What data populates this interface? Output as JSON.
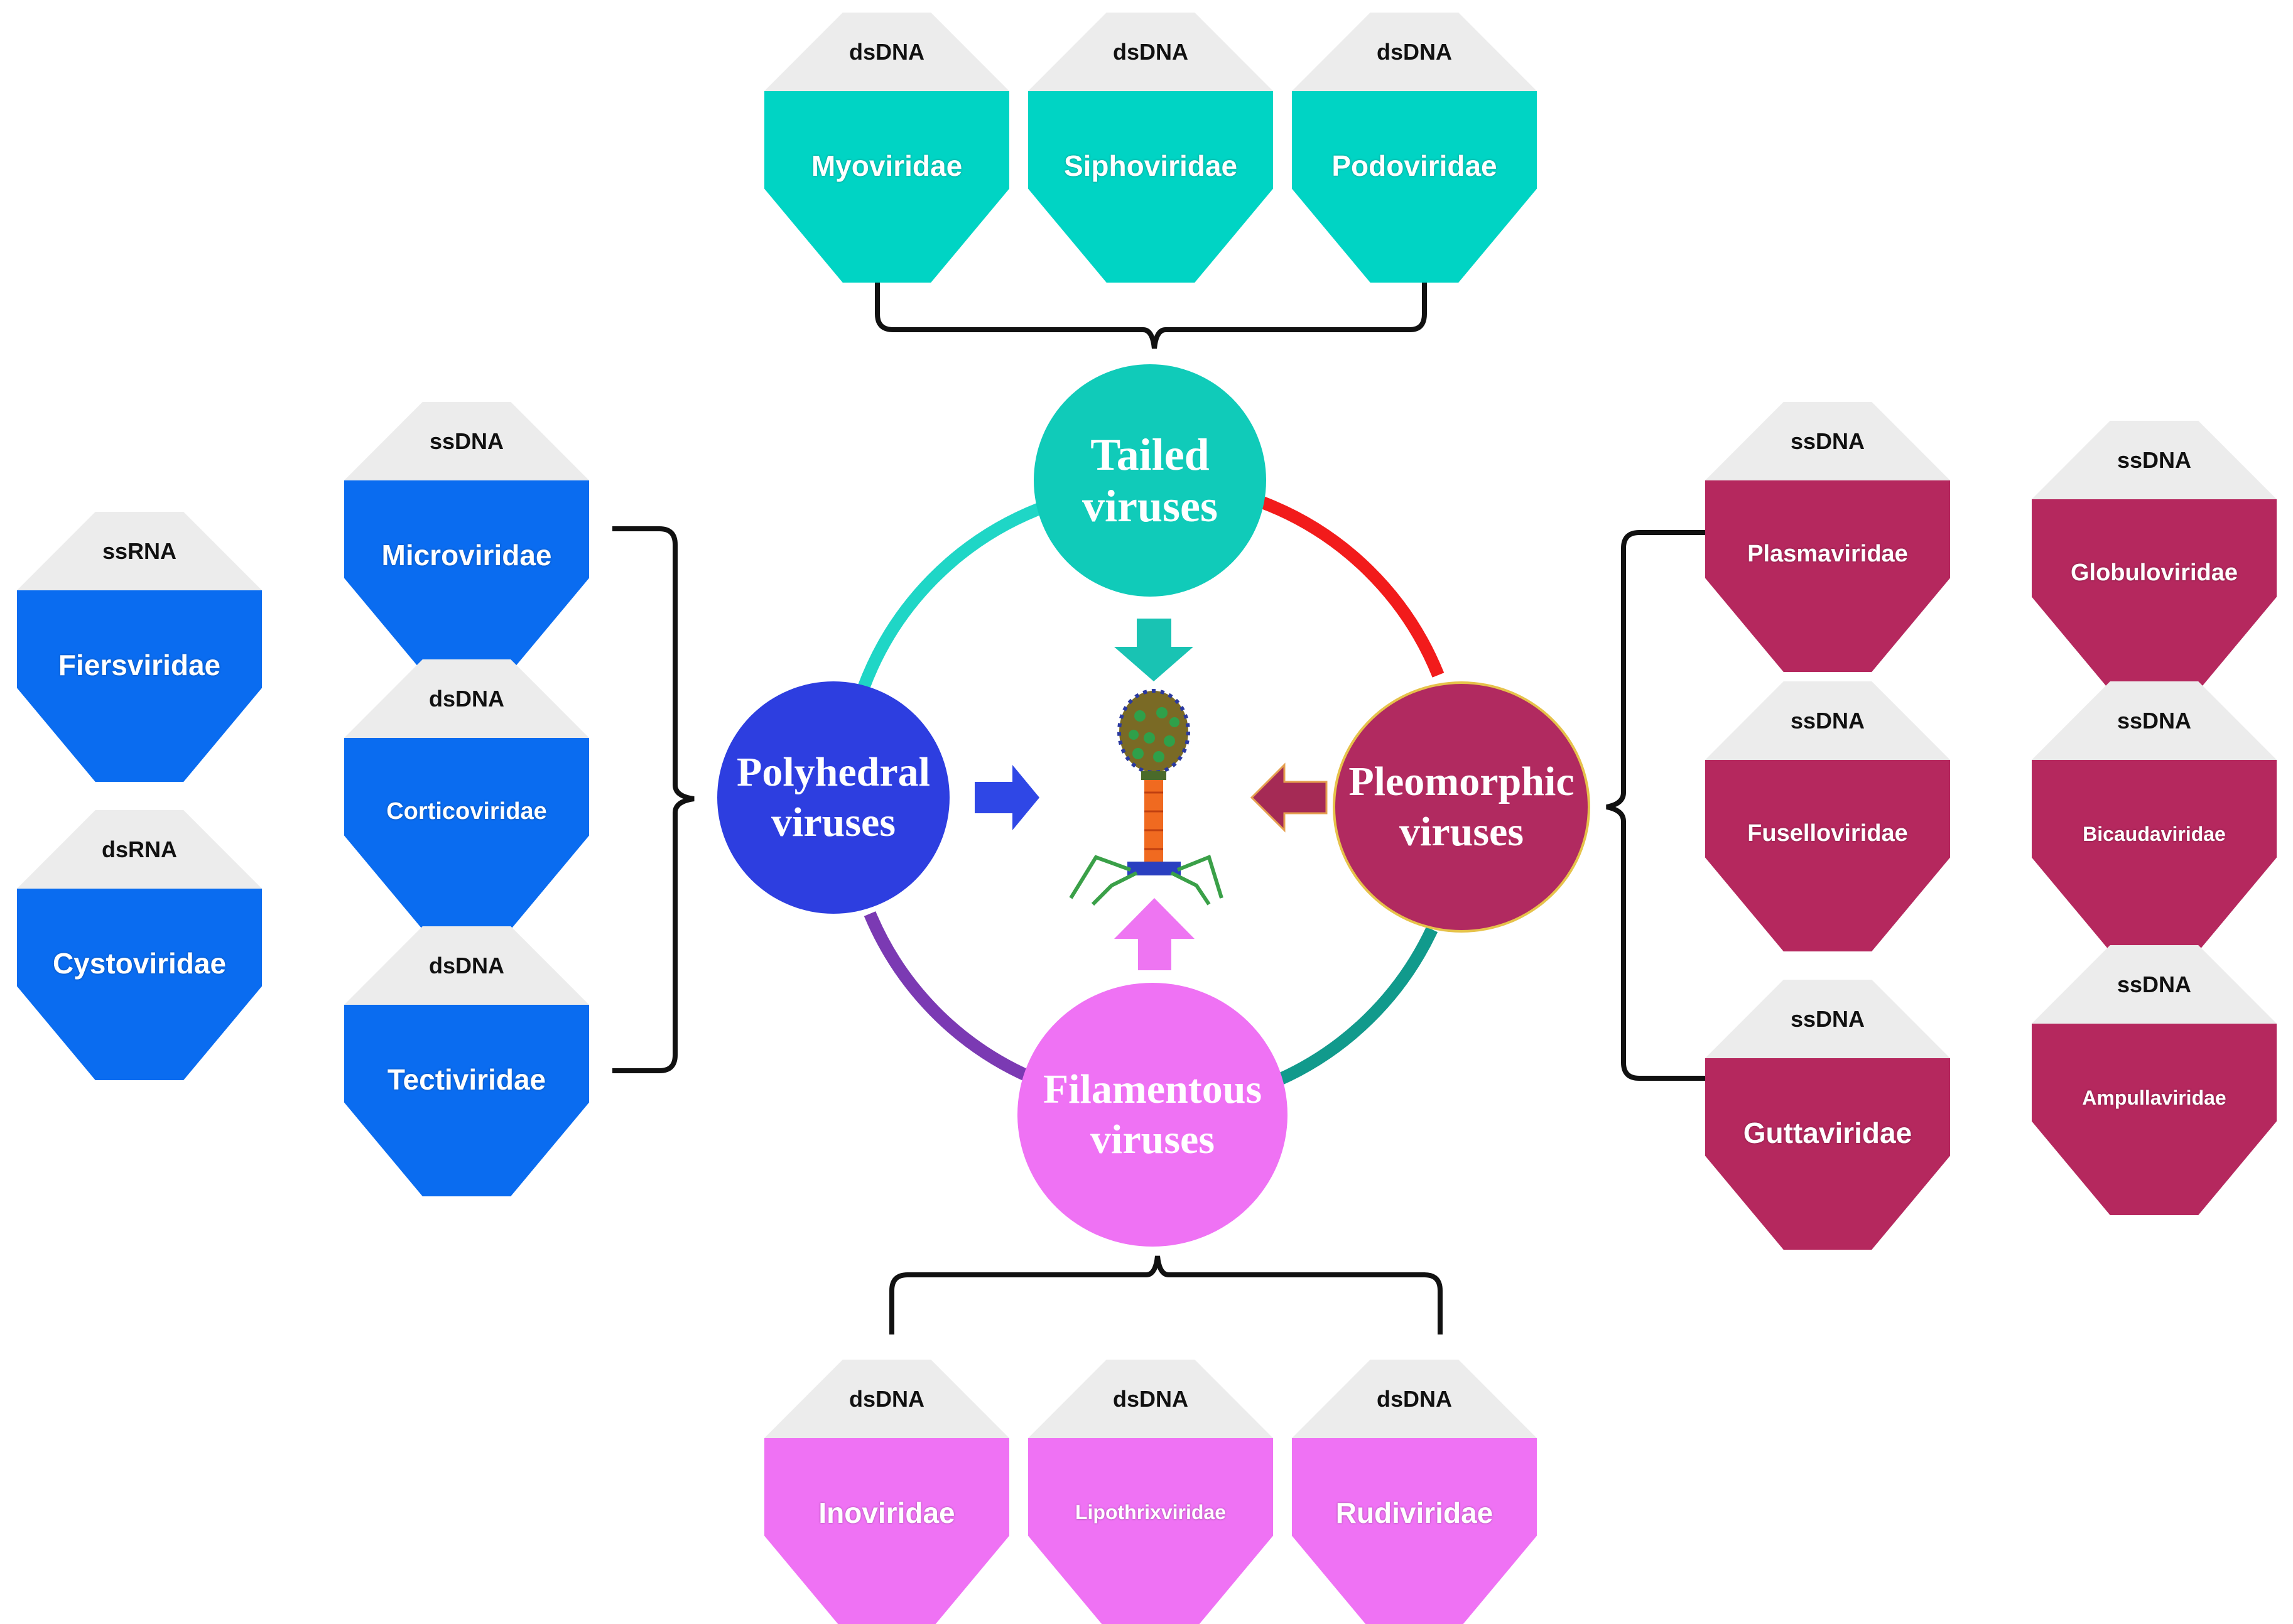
{
  "colors": {
    "tailed": "#00d4c4",
    "polyhedral": "#2e3be0",
    "pleomorphic": "#b5285e",
    "filamentous": "#ef72f4",
    "blue_family": "#0a6cf0",
    "top_gray": "#ececec"
  },
  "hubs": {
    "tailed": {
      "line1": "Tailed",
      "line2": "viruses"
    },
    "polyhedral": {
      "line1": "Polyhedral",
      "line2": "viruses"
    },
    "pleomorphic": {
      "line1": "Pleomorphic",
      "line2": "viruses"
    },
    "filamentous": {
      "line1": "Filamentous",
      "line2": "viruses"
    }
  },
  "families": {
    "tailed": [
      {
        "genome": "dsDNA",
        "name": "Myoviridae"
      },
      {
        "genome": "dsDNA",
        "name": "Siphoviridae"
      },
      {
        "genome": "dsDNA",
        "name": "Podoviridae"
      }
    ],
    "filamentous": [
      {
        "genome": "dsDNA",
        "name": "Inoviridae"
      },
      {
        "genome": "dsDNA",
        "name": "Lipothrixviridae"
      },
      {
        "genome": "dsDNA",
        "name": "Rudiviridae"
      }
    ],
    "polyhedral_inner": [
      {
        "genome": "ssDNA",
        "name": "Microviridae"
      },
      {
        "genome": "dsDNA",
        "name": "Corticoviridae"
      },
      {
        "genome": "dsDNA",
        "name": "Tectiviridae"
      }
    ],
    "polyhedral_outer": [
      {
        "genome": "ssRNA",
        "name": "Fiersviridae"
      },
      {
        "genome": "dsRNA",
        "name": "Cystoviridae"
      }
    ],
    "pleomorphic_inner": [
      {
        "genome": "ssDNA",
        "name": "Plasmaviridae"
      },
      {
        "genome": "ssDNA",
        "name": "Fuselloviridae"
      },
      {
        "genome": "ssDNA",
        "name": "Guttaviridae"
      }
    ],
    "pleomorphic_outer": [
      {
        "genome": "ssDNA",
        "name": "Globuloviridae"
      },
      {
        "genome": "ssDNA",
        "name": "Bicaudaviridae"
      },
      {
        "genome": "ssDNA",
        "name": "Ampullaviridae"
      }
    ]
  }
}
